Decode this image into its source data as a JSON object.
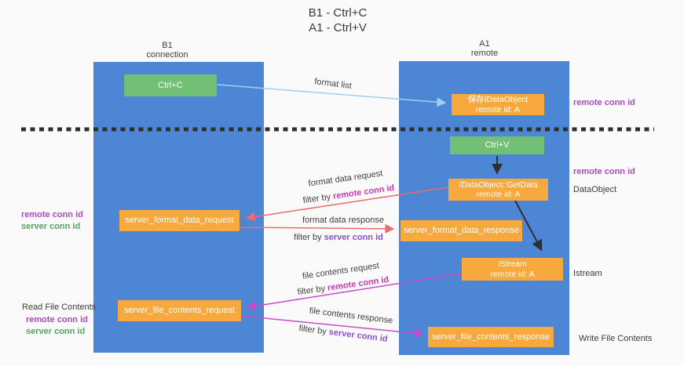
{
  "title": {
    "line1": "B1 - Ctrl+C",
    "line2": "A1 - Ctrl+V"
  },
  "lifelines": {
    "left": {
      "name": "B1",
      "role": "connection"
    },
    "right": {
      "name": "A1",
      "role": "remote"
    }
  },
  "boxes": {
    "ctrl_c": {
      "label": "Ctrl+C"
    },
    "save_dataobject": {
      "line1": "保存IDataObject",
      "line2": "remote id: A"
    },
    "ctrl_v": {
      "label": "Ctrl+V"
    },
    "getdata": {
      "line1": "IDataObject::GetData",
      "line2": "remote id: A"
    },
    "istream": {
      "line1": "IStream",
      "line2": "remote id: A"
    },
    "server_format_data_request": {
      "label": "server_format_data_request"
    },
    "server_format_data_response": {
      "label": "server_format_data_response"
    },
    "server_file_contents_request": {
      "label": "server_file_contents_request"
    },
    "server_file_contents_response": {
      "label": "server_file_contents_response"
    }
  },
  "flow_labels": {
    "format_list": "format list",
    "format_data_request": "format data request",
    "format_data_response": "format data response",
    "file_contents_request": "file contents request",
    "file_contents_response": "file contents response",
    "filter_by": "filter by ",
    "remote_conn_id": "remote conn id",
    "server_conn_id": "server conn id"
  },
  "side_labels": {
    "remote_conn_id": "remote conn id",
    "server_conn_id": "server conn id",
    "read_file_contents": "Read File Contents",
    "write_file_contents": "Write File Contents",
    "dataobject": "DataObject",
    "istream": "Istream"
  },
  "colors": {
    "panel": "#4e86d6",
    "green_box": "#73bf76",
    "orange_box": "#f7a93d",
    "purple_label": "#a94cbc",
    "green_label": "#55a55c",
    "magenta_label": "#c837b1",
    "violet_label": "#8d4fd2",
    "arrow_blue": "#9fd0f2",
    "arrow_red": "#e86d6d",
    "arrow_pink": "#c44ec8",
    "arrow_black": "#2f2f2f"
  }
}
